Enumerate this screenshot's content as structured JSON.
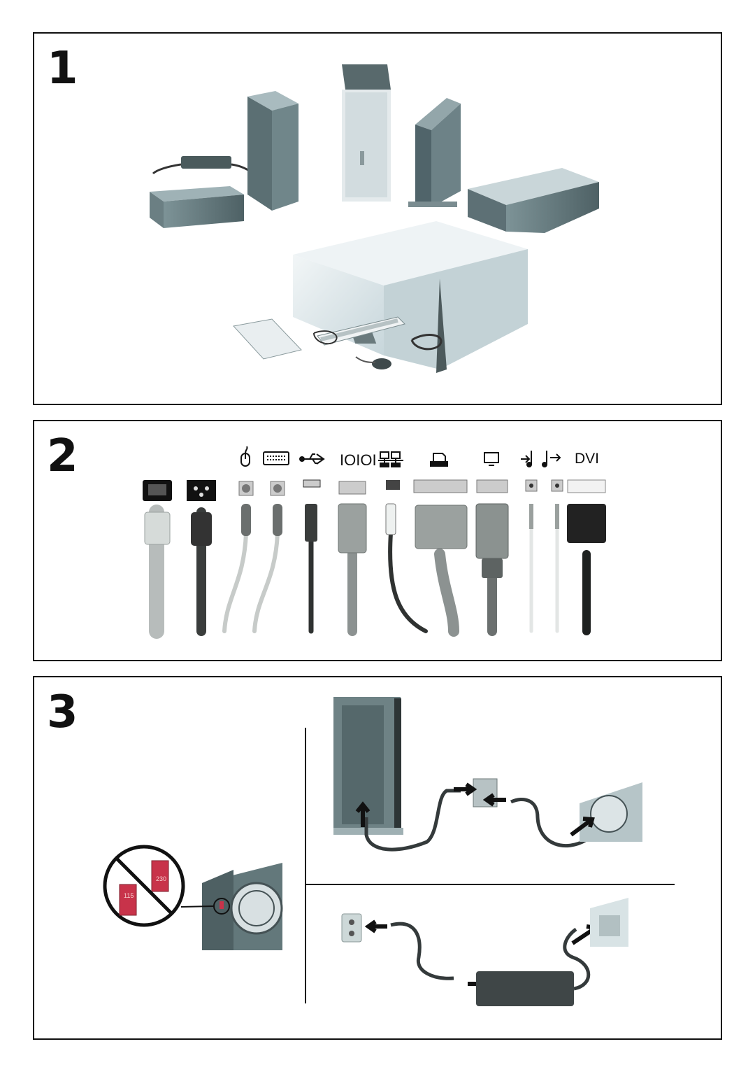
{
  "steps": [
    {
      "number": "1"
    },
    {
      "number": "2"
    },
    {
      "number": "3"
    }
  ],
  "connectors": {
    "dvi_label": "DVI",
    "icons": [
      "mouse-icon",
      "keyboard-icon",
      "usb-icon",
      "serial-icon",
      "network-icon",
      "printer-icon",
      "monitor-icon",
      "audio-in-icon",
      "audio-out-icon"
    ]
  },
  "voltage_switch": {
    "low": "115",
    "high": "230"
  },
  "colors": {
    "border": "#111111",
    "computer_body": "#5f7478",
    "cable_gray": "#8e9694",
    "cable_dark": "#3b3f3e",
    "switch_red": "#c8334a",
    "box": "#dbe6ea"
  }
}
